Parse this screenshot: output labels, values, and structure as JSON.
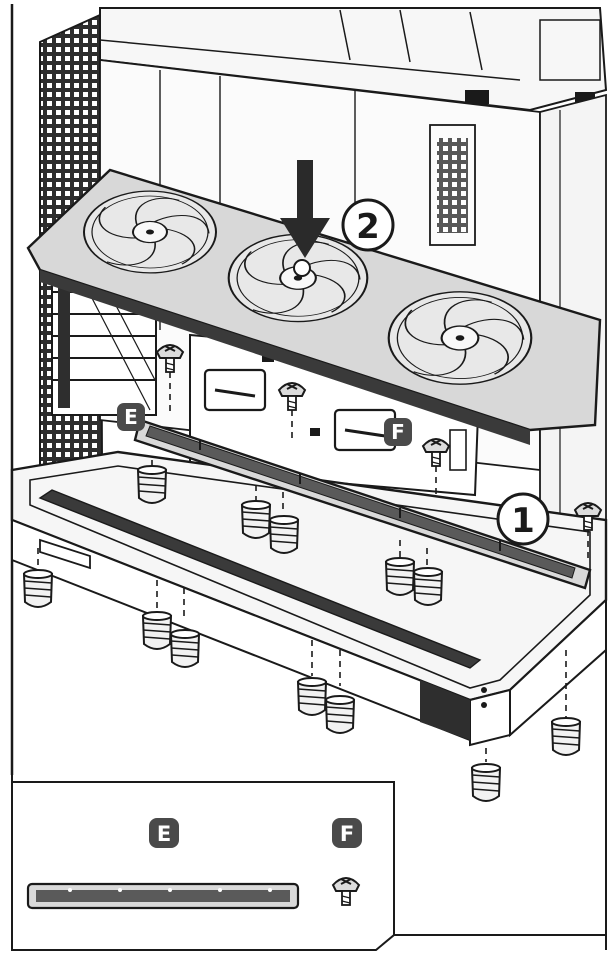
{
  "steps": {
    "step1": "1",
    "step2": "2"
  },
  "parts": {
    "bracket_label": "E",
    "screw_label": "F"
  },
  "legend": {
    "bracket_label": "E",
    "screw_label": "F"
  },
  "colors": {
    "line": "#1a1a1a",
    "badge_fill": "#4a4a4a",
    "badge_text": "#ffffff",
    "fan_fill": "#e6e6e6",
    "frame_fill": "#f4f4f4",
    "mesh_fill": "#2e2e2e"
  },
  "icons": {
    "arrow": "down-arrow-icon",
    "standoff": "standoff-screw-icon",
    "screw": "phillips-screw-icon"
  }
}
